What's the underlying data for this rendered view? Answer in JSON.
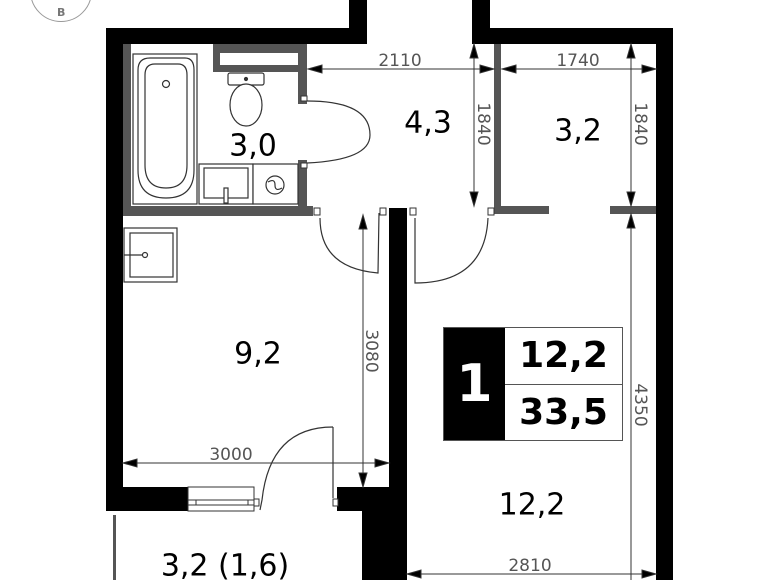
{
  "logo": {
    "letter": "B"
  },
  "rooms": [
    {
      "id": "bathroom",
      "area": "3,0"
    },
    {
      "id": "hallway",
      "area": "4,3"
    },
    {
      "id": "storage",
      "area": "3,2"
    },
    {
      "id": "kitchen",
      "area": "9,2"
    },
    {
      "id": "living-room",
      "area": "12,2"
    },
    {
      "id": "balcony",
      "area": "3,2 (1,6)"
    }
  ],
  "dimensions": {
    "hallway_width": "2110",
    "storage_width": "1740",
    "hallway_depth": "1840",
    "storage_depth": "1840",
    "kitchen_depth": "3080",
    "kitchen_width": "3000",
    "living_depth": "4350",
    "living_width": "2810"
  },
  "summary": {
    "room_count": "1",
    "living_area": "12,2",
    "total_area": "33,5"
  },
  "colors": {
    "wall": "#000000",
    "partition": "#555555",
    "line": "#333333",
    "text": "#000000",
    "dim_text": "#555555"
  }
}
